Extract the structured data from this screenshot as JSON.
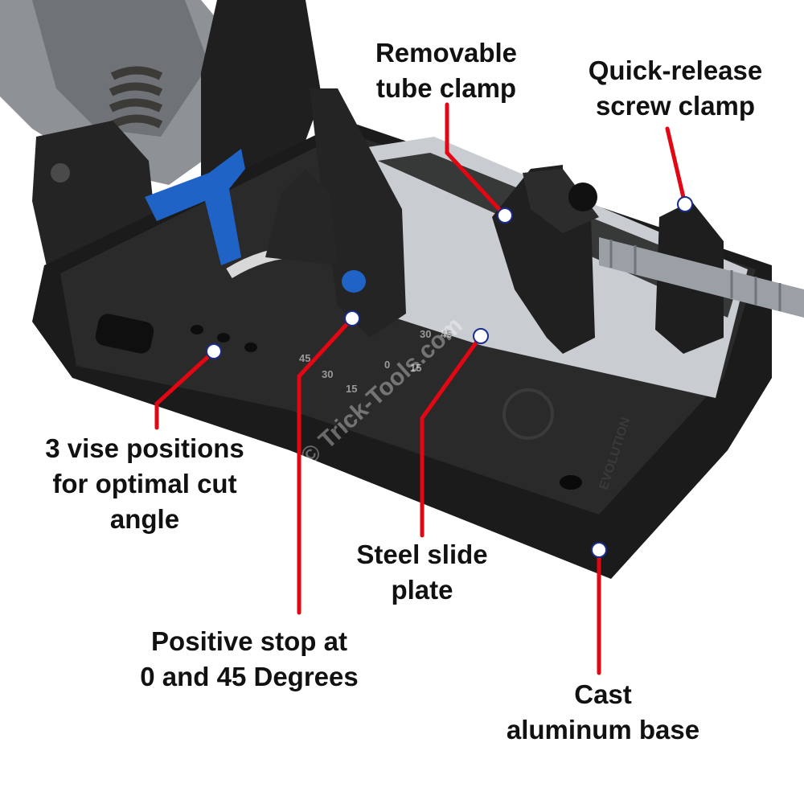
{
  "colors": {
    "leader": "#e30613",
    "marker_fill": "#ffffff",
    "marker_stroke": "#1a2c8c",
    "label_text": "#111111",
    "base_black": "#1b1b1b",
    "steel_plate": "#c9cdd1",
    "handle_blue": "#1f63c7"
  },
  "callouts": {
    "tube_clamp": {
      "line1": "Removable",
      "line2": "tube clamp"
    },
    "screw_clamp": {
      "line1": "Quick-release",
      "line2": "screw clamp"
    },
    "vise": {
      "line1": "3 vise positions",
      "line2": "for optimal cut",
      "line3": "angle"
    },
    "steel_plate": {
      "line1": "Steel slide",
      "line2": "plate"
    },
    "positive_stop": {
      "line1": "Positive stop at",
      "line2": "0 and 45 Degrees"
    },
    "base": {
      "line1": "Cast",
      "line2": "aluminum base"
    }
  },
  "base_markings": {
    "scale": [
      "45",
      "30",
      "15",
      "0",
      "15",
      "30",
      "45"
    ],
    "brand": "EVOLUTION",
    "watermark": "© Trick-Tools.com"
  }
}
